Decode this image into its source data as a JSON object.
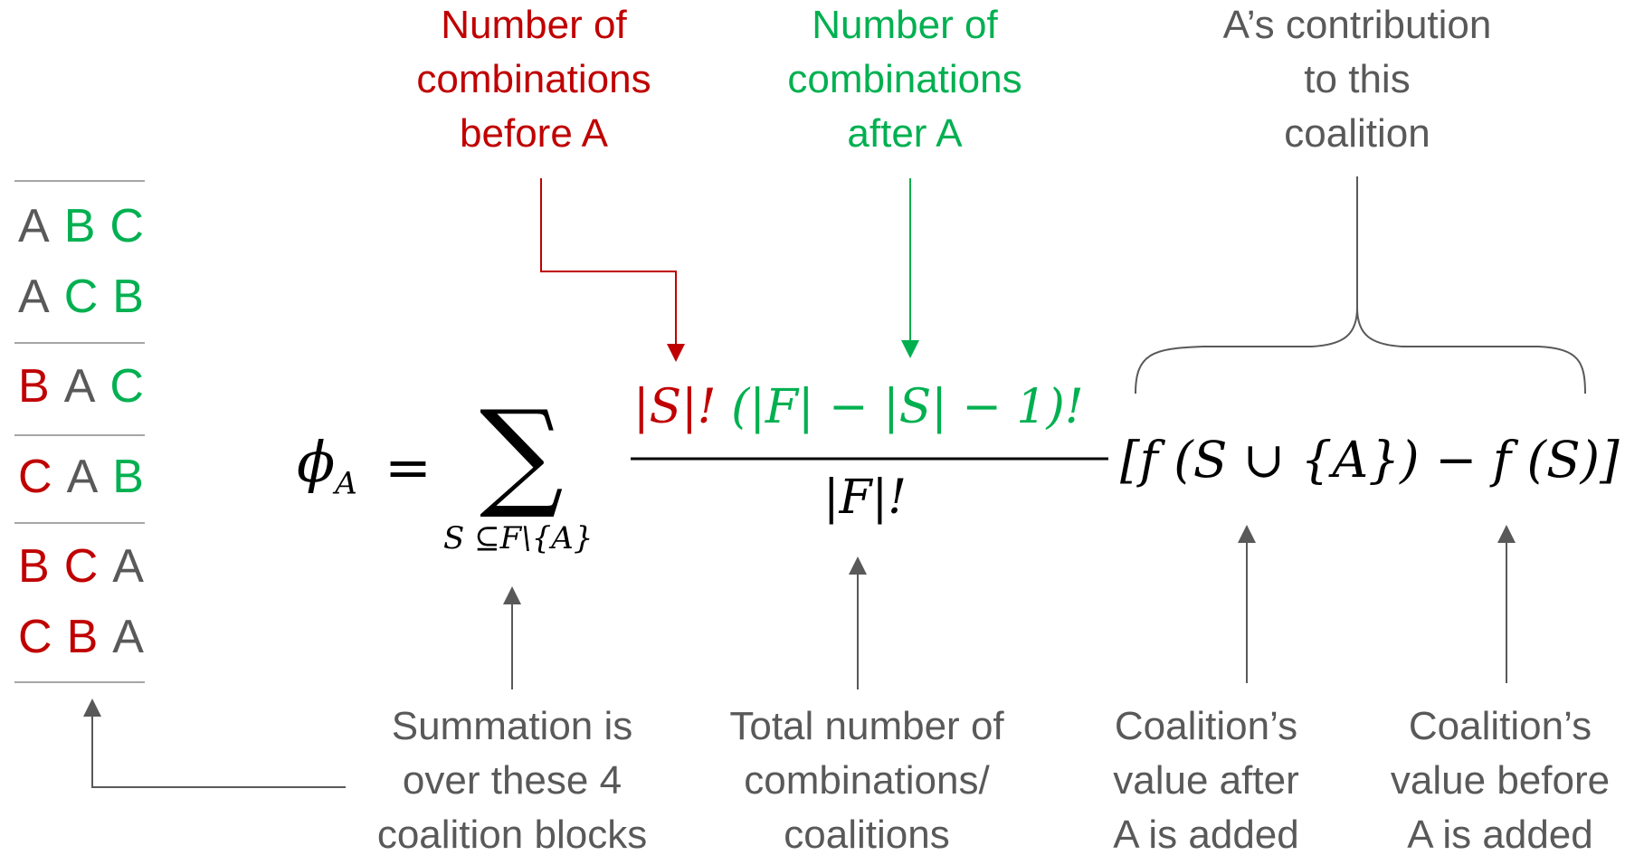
{
  "labels": {
    "before": [
      "Number of",
      "combinations",
      "before A"
    ],
    "after": [
      "Number of",
      "combinations",
      "after A"
    ],
    "contribution": [
      "A’s contribution",
      "to this",
      "coalition"
    ],
    "summation": [
      "Summation is",
      "over these 4",
      "coalition blocks"
    ],
    "total": [
      "Total number of",
      "combinations/",
      "coalitions"
    ],
    "value_after": [
      "Coalition’s",
      "value after",
      "A is added"
    ],
    "value_before": [
      "Coalition’s",
      "value before",
      "A is added"
    ]
  },
  "permutations": [
    [
      {
        "t": "A",
        "c": "gray"
      },
      {
        "t": "B",
        "c": "green"
      },
      {
        "t": "C",
        "c": "green"
      }
    ],
    [
      {
        "t": "A",
        "c": "gray"
      },
      {
        "t": "C",
        "c": "green"
      },
      {
        "t": "B",
        "c": "green"
      }
    ],
    [
      {
        "t": "B",
        "c": "red"
      },
      {
        "t": "A",
        "c": "gray"
      },
      {
        "t": "C",
        "c": "green"
      }
    ],
    [
      {
        "t": "C",
        "c": "red"
      },
      {
        "t": "A",
        "c": "gray"
      },
      {
        "t": "B",
        "c": "green"
      }
    ],
    [
      {
        "t": "B",
        "c": "red"
      },
      {
        "t": "C",
        "c": "red"
      },
      {
        "t": "A",
        "c": "gray"
      }
    ],
    [
      {
        "t": "C",
        "c": "red"
      },
      {
        "t": "B",
        "c": "red"
      },
      {
        "t": "A",
        "c": "gray"
      }
    ]
  ],
  "formula": {
    "phi": "ϕ",
    "phi_sub": "A",
    "equals": "=",
    "sigma": "∑",
    "sum_sub": "S ⊆F\\{A}",
    "num_red": "|S|!",
    "num_green": "(|F| − |S| − 1)!",
    "denominator": "|F|!",
    "bracket": "[f (S ∪ {A}) − f (S)]"
  },
  "colors": {
    "red": "#c00000",
    "green": "#00b050",
    "gray": "#595959",
    "arrow_gray": "#595959"
  }
}
